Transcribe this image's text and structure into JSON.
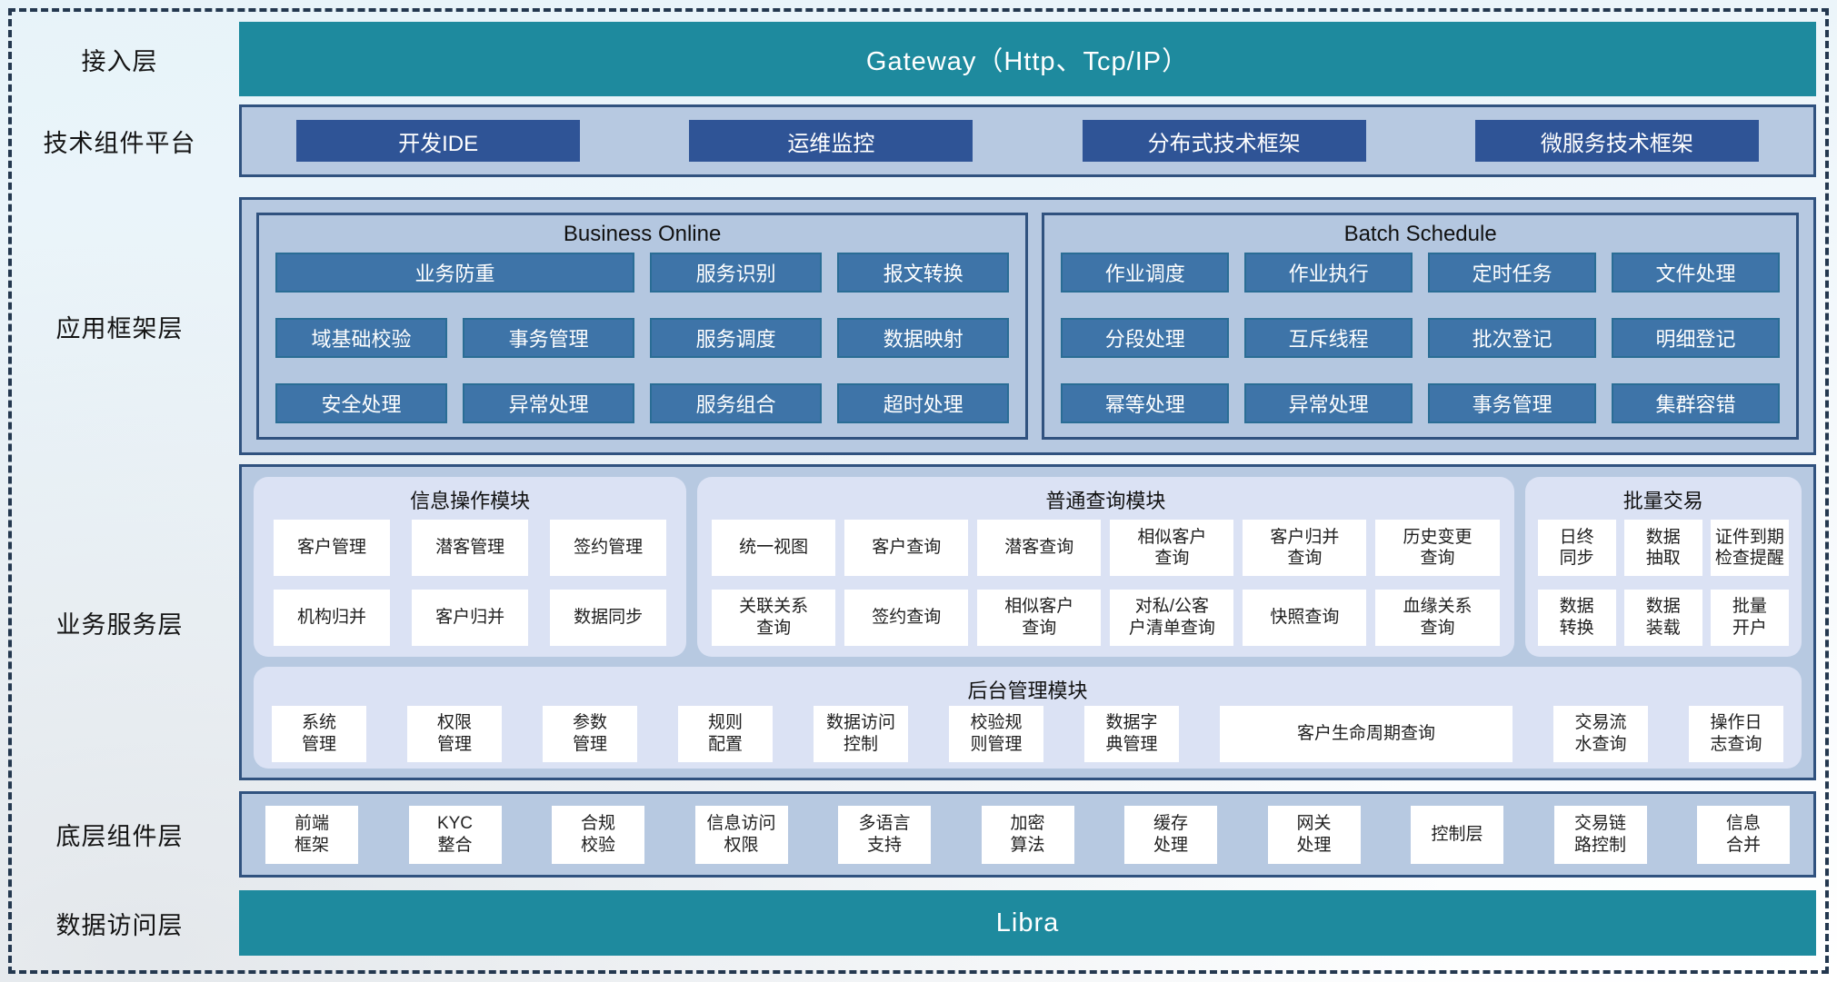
{
  "colors": {
    "teal_bar": "#1e8a9e",
    "navy_button": "#2f5496",
    "steel_button": "#3e74a8",
    "container_bg": "#b7c9e1",
    "container_border": "#30527f",
    "light_panel_bg": "#dbe2f4",
    "chip_bg": "#ffffff",
    "dashed_border": "#24384f"
  },
  "left_labels": {
    "access": "接入层",
    "tech": "技术组件平台",
    "appfw": "应用框架层",
    "biz": "业务服务层",
    "bottom": "底层组件层",
    "data": "数据访问层"
  },
  "access_layer": {
    "gateway": "Gateway（Http、Tcp/IP）"
  },
  "tech_platform": {
    "items": [
      "开发IDE",
      "运维监控",
      "分布式技术框架",
      "微服务技术框架"
    ]
  },
  "app_framework": {
    "business_online": {
      "title": "Business Online",
      "r1": [
        "业务防重",
        "服务识别",
        "报文转换"
      ],
      "r2": [
        "域基础校验",
        "事务管理",
        "服务调度",
        "数据映射"
      ],
      "r3": [
        "安全处理",
        "异常处理",
        "服务组合",
        "超时处理"
      ]
    },
    "batch_schedule": {
      "title": "Batch Schedule",
      "r1": [
        "作业调度",
        "作业执行",
        "定时任务",
        "文件处理"
      ],
      "r2": [
        "分段处理",
        "互斥线程",
        "批次登记",
        "明细登记"
      ],
      "r3": [
        "幂等处理",
        "异常处理",
        "事务管理",
        "集群容错"
      ]
    }
  },
  "business_service": {
    "info_module": {
      "title": "信息操作模块",
      "r1": [
        "客户管理",
        "潜客管理",
        "签约管理"
      ],
      "r2": [
        "机构归并",
        "客户归并",
        "数据同步"
      ]
    },
    "query_module": {
      "title": "普通查询模块",
      "r1": [
        "统一视图",
        "客户查询",
        "潜客查询",
        "相似客户\n查询",
        "客户归并\n查询",
        "历史变更\n查询"
      ],
      "r2": [
        "关联关系\n查询",
        "签约查询",
        "相似客户\n查询",
        "对私/公客\n户清单查询",
        "快照查询",
        "血缘关系\n查询"
      ]
    },
    "batch_trade": {
      "title": "批量交易",
      "r1": [
        "日终\n同步",
        "数据\n抽取",
        "证件到期\n检查提醒"
      ],
      "r2": [
        "数据\n转换",
        "数据\n装载",
        "批量\n开户"
      ]
    },
    "admin_module": {
      "title": "后台管理模块",
      "items": [
        "系统\n管理",
        "权限\n管理",
        "参数\n管理",
        "规则\n配置",
        "数据访问\n控制",
        "校验规\n则管理",
        "数据字\n典管理",
        "客户生命周期查询",
        "交易流\n水查询",
        "操作日\n志查询"
      ]
    }
  },
  "bottom_components": {
    "items": [
      "前端\n框架",
      "KYC\n整合",
      "合规\n校验",
      "信息访问\n权限",
      "多语言\n支持",
      "加密\n算法",
      "缓存\n处理",
      "网关\n处理",
      "控制层",
      "交易链\n路控制",
      "信息\n合并"
    ]
  },
  "data_access": {
    "libra": "Libra"
  }
}
